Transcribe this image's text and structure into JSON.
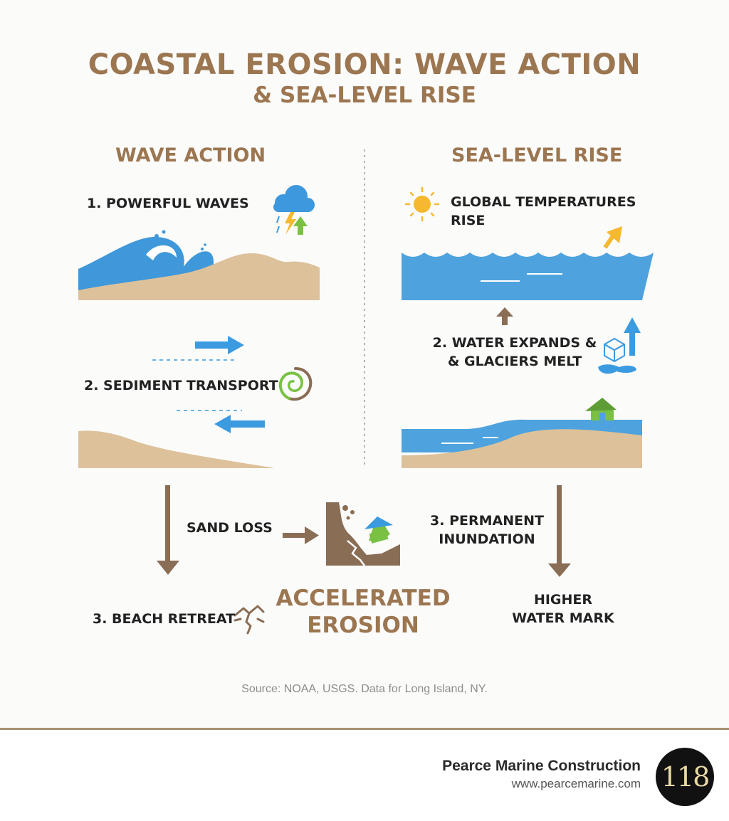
{
  "title": {
    "line1": "COASTAL EROSION: WAVE ACTION",
    "line2": "& SEA-LEVEL RISE"
  },
  "left_column": {
    "heading": "WAVE ACTION",
    "step1": "1. POWERFUL WAVES",
    "step2": "2. SEDIMENT TRANSPORT",
    "step3": "3. BEACH RETREAT",
    "sand_loss": "SAND LOSS"
  },
  "right_column": {
    "heading": "SEA-LEVEL RISE",
    "step1_line1": "GLOBAL TEMPERATURES",
    "step1_line2": "RISE",
    "step2_line1": "2. WATER EXPANDS &",
    "step2_line2": "& GLACIERS MELT",
    "step3_line1": "3. PERMANENT",
    "step3_line2": "INUNDATION",
    "result_line1": "HIGHER",
    "result_line2": "WATER MARK"
  },
  "center": {
    "result_line1": "ACCELERATED",
    "result_line2": "EROSION"
  },
  "source": "Source: NOAA, USGS. Data for Long Island, NY.",
  "footer": {
    "company": "Pearce Marine Construction",
    "website": "www.pearcemarine.com",
    "badge": "118"
  },
  "icons": [
    "storm-cloud-icon",
    "sun-icon",
    "spiral-icon",
    "ice-cube-icon",
    "house-icon",
    "crack-icon",
    "landslide-icon"
  ],
  "colors": {
    "title": "#9b7650",
    "water": "#4ea3de",
    "sand": "#dcc19a",
    "arrow_brown": "#8a6d55",
    "arrow_blue": "#3c9be0",
    "sun": "#f5b82e",
    "green": "#7ac143"
  }
}
